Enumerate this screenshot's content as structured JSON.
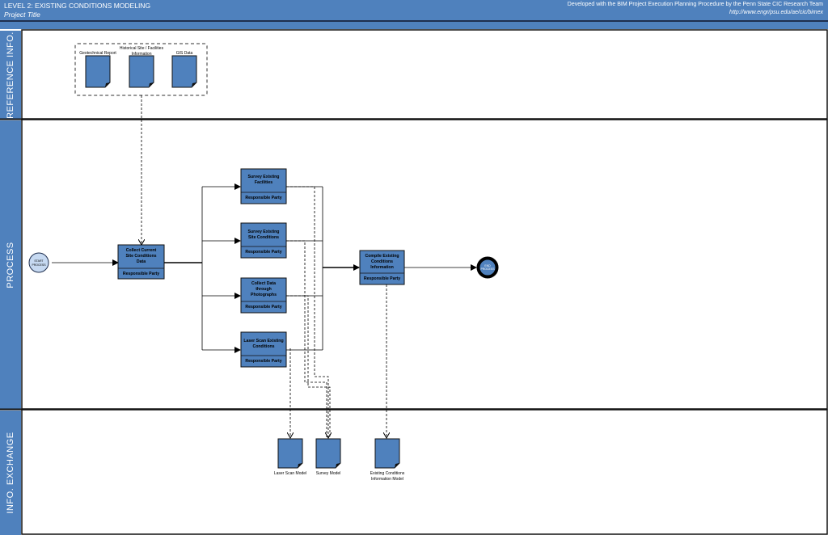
{
  "header": {
    "level_title": "LEVEL 2:  EXISTING CONDITIONS MODELING",
    "project_title": "Project Title",
    "credit": "Developed with the BIM Project Execution Planning Procedure by the Penn State CIC Research Team",
    "url": "http://www.engr/psu.edu/ae/cic/bimex"
  },
  "lanes": {
    "reference": "REFERENCE INFO.",
    "process": "PROCESS",
    "exchange": "INFO. EXCHANGE"
  },
  "reference_docs": {
    "geotech": "Geotechnical Report",
    "historical_1": "Historical Site / Facilities",
    "historical_2": "Information",
    "gis": "GIS Data"
  },
  "process": {
    "start_1": "START",
    "start_2": "PROCESS",
    "end_1": "END",
    "end_2": "PROCESS",
    "collect_1": "Collect Current",
    "collect_2": "Site Conditions",
    "collect_3": "Data",
    "survey_fac_1": "Survey Existing",
    "survey_fac_2": "Facilities",
    "survey_site_1": "Survey Existing",
    "survey_site_2": "Site Conditions",
    "photo_1": "Collect Data",
    "photo_2": "through",
    "photo_3": "Photographs",
    "laser_1": "Laser Scan Existing",
    "laser_2": "Conditions",
    "compile_1": "Compile Existing",
    "compile_2": "Conditions",
    "compile_3": "Information",
    "responsible": "Responsible Party"
  },
  "exchange_docs": {
    "laser_model": "Laser Scan Model",
    "survey_model": "Survey Model",
    "eci_model_1": "Existing Conditions",
    "eci_model_2": "Information Model"
  },
  "colors": {
    "accent": "#4f81bd",
    "dark": "#1f2f4f"
  }
}
